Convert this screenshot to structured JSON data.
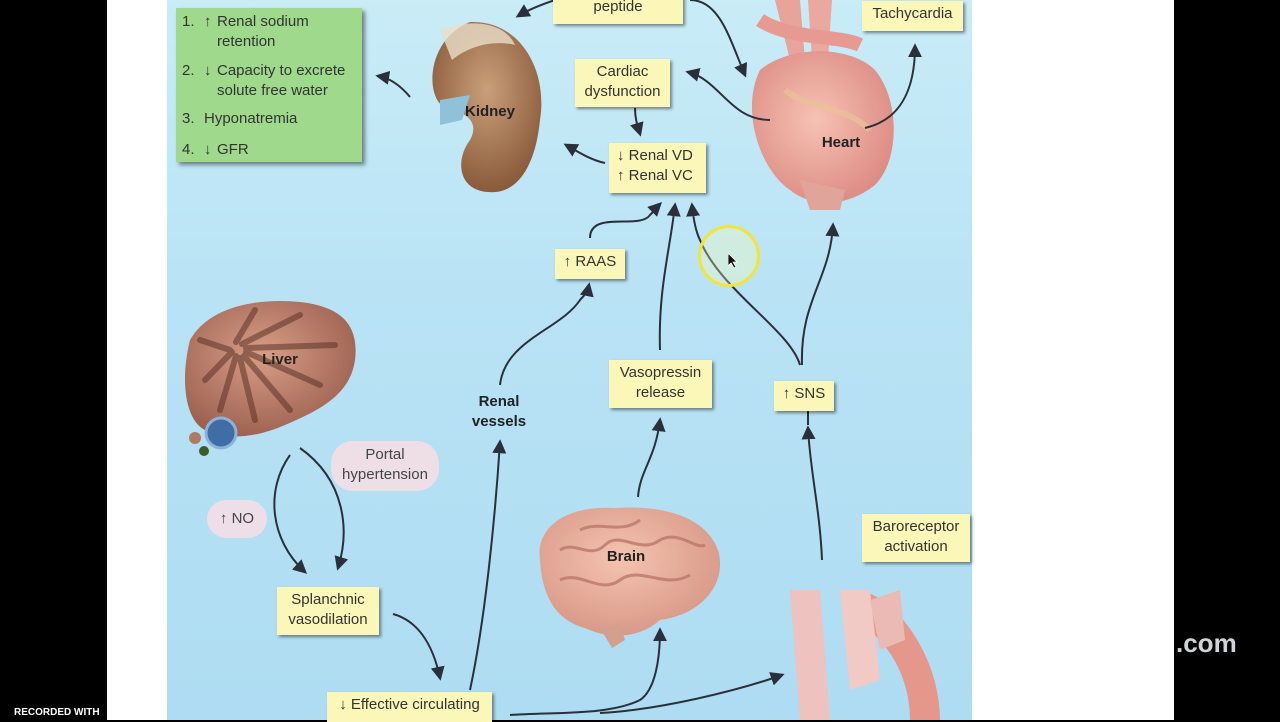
{
  "watermark": "RECORDED WITH",
  "side_text": ".com",
  "diagram": {
    "green_box": {
      "items": [
        {
          "num": "1.",
          "arrow": "↑",
          "text": "Renal sodium",
          "text2": "retention"
        },
        {
          "num": "2.",
          "arrow": "↓",
          "text": "Capacity to excrete",
          "text2": "solute free water"
        },
        {
          "num": "3.",
          "arrow": "",
          "text": "Hyponatremia",
          "text2": ""
        },
        {
          "num": "4.",
          "arrow": "↓",
          "text": "GFR",
          "text2": ""
        }
      ]
    },
    "boxes": {
      "peptide": "peptide",
      "tachycardia": "Tachycardia",
      "cardiac_line1": "Cardiac",
      "cardiac_line2": "dysfunction",
      "renal_vd": "↓ Renal VD",
      "renal_vc": "↑ Renal VC",
      "raas": "↑ RAAS",
      "vaso_line1": "Vasopressin",
      "vaso_line2": "release",
      "sns": "↑ SNS",
      "baro_line1": "Baroreceptor",
      "baro_line2": "activation",
      "splanch_line1": "Splanchnic",
      "splanch_line2": "vasodilation",
      "effective": "↓ Effective circulating"
    },
    "organs": {
      "kidney": "Kidney",
      "heart": "Heart",
      "liver": "Liver",
      "brain": "Brain",
      "renal_vessels_line1": "Renal",
      "renal_vessels_line2": "vessels"
    },
    "bubbles": {
      "portal_line1": "Portal",
      "portal_line2": "hypertension",
      "no": "↑ NO"
    }
  }
}
